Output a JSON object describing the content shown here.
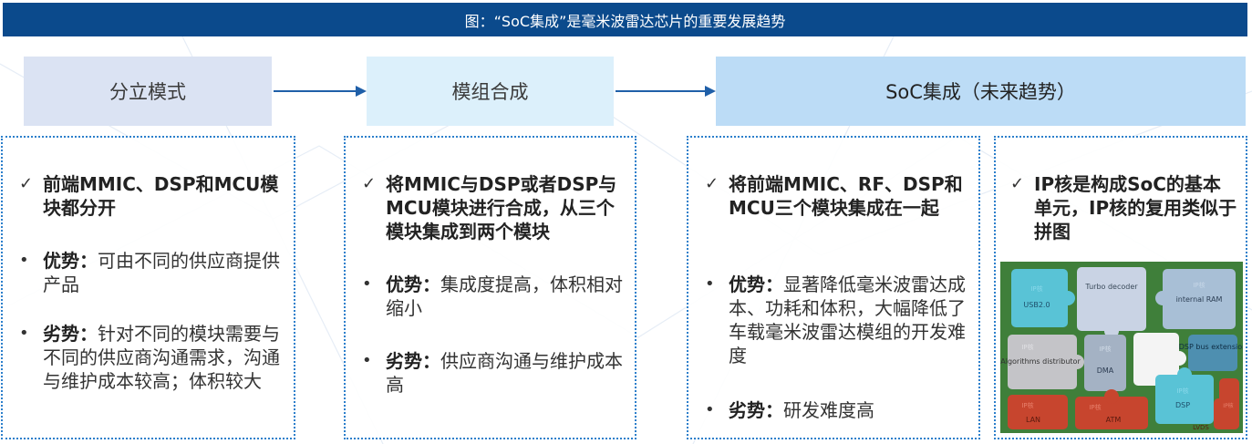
{
  "title": "图：“SoC集成”是毫米波雷达芯片的重要发展趋势",
  "stages": [
    {
      "label": "分立模式"
    },
    {
      "label": "模组合成"
    },
    {
      "label": "SoC集成（未来趋势）"
    }
  ],
  "panels": [
    {
      "heading": "前端MMIC、DSP和MCU模块都分开",
      "adv_label": "优势：",
      "adv_text": "可由不同的供应商提供产品",
      "dis_label": "劣势：",
      "dis_text": "针对不同的模块需要与不同的供应商沟通需求，沟通与维护成本较高；体积较大"
    },
    {
      "heading": "将MMIC与DSP或者DSP与MCU模块进行合成，从三个模块集成到两个模块",
      "adv_label": "优势：",
      "adv_text": "集成度提高，体积相对缩小",
      "dis_label": "劣势：",
      "dis_text": "供应商沟通与维护成本高"
    },
    {
      "heading": "将前端MMIC、RF、DSP和MCU三个模块集成在一起",
      "adv_label": "优势：",
      "adv_text": "显著降低毫米波雷达成本、功耗和体积，大幅降低了车载毫米波雷达模组的开发难度",
      "dis_label": "劣势：",
      "dis_text": "研发难度高"
    },
    {
      "heading": "IP核是构成SoC的基本单元，IP核的复用类似于拼图"
    }
  ],
  "markers": {
    "check": "✓",
    "bullet": "•"
  },
  "puzzle": {
    "pieces": [
      {
        "tag": "IP核",
        "label": "USB2.0"
      },
      {
        "tag": "",
        "label": "Turbo decoder"
      },
      {
        "tag": "IP核",
        "label": "internal RAM"
      },
      {
        "tag": "IP核",
        "label": "Algorithms distributor"
      },
      {
        "tag": "IP核",
        "label": "DMA"
      },
      {
        "tag": "",
        "label": "DSP bus extension"
      },
      {
        "tag": "IP核",
        "label": "DSP"
      },
      {
        "tag": "IP核",
        "label": "LAN"
      },
      {
        "tag": "IP核",
        "label": "ATM"
      },
      {
        "tag": "IP核",
        "label": "LVDS"
      }
    ]
  },
  "colors": {
    "title_bg": "#0b4a8c",
    "panel_border": "#2c7fcb",
    "arrow": "#1f5fa8"
  }
}
